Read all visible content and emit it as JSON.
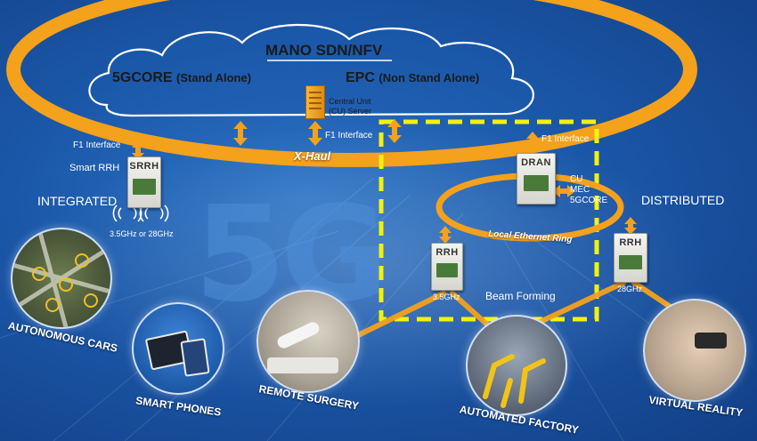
{
  "cloud": {
    "mano": "MANO SDN/NFV",
    "core_sa_main": "5GCORE",
    "core_sa_sub": "(Stand Alone)",
    "epc_main": "EPC",
    "epc_sub": "(Non Stand Alone)",
    "cu_server_line1": "Central Unit",
    "cu_server_line2": "(CU) Server"
  },
  "xhaul": "X-Haul",
  "f1_interface": "F1 Interface",
  "integrated": {
    "smart_rrh": "Smart RRH",
    "srrh": "SRRH",
    "heading": "INTEGRATED",
    "band": "3.5GHz or 28GHz"
  },
  "distributed": {
    "heading": "DISTRIBUTED",
    "dran": "DRAN",
    "cu_list": [
      "CU",
      "MEC",
      "5GCORE"
    ],
    "local_ring": "Local Ethernet Ring",
    "rrh_left": "RRH",
    "rrh_right": "RRH",
    "band_left": "3.5GHz",
    "band_right": "28GHz",
    "beam_forming": "Beam Forming"
  },
  "big_5g": "5G",
  "use_cases": [
    {
      "name": "AUTONOMOUS CARS"
    },
    {
      "name": "SMART PHONES"
    },
    {
      "name": "REMOTE SURGERY"
    },
    {
      "name": "AUTOMATED FACTORY"
    },
    {
      "name": "VIRTUAL REALITY"
    }
  ],
  "colors": {
    "background": "#1b57a8",
    "ring": "#f4a11c",
    "highlight_box": "#f2f20c",
    "text": "#ffffff"
  }
}
